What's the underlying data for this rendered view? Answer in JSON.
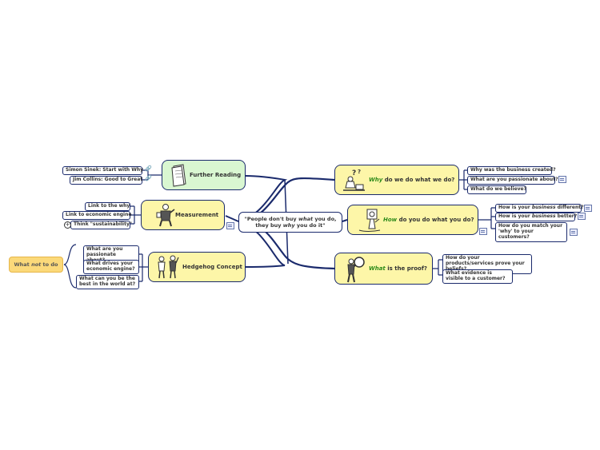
{
  "center": {
    "line1_a": "\"People don't buy ",
    "line1_b": "what",
    "line1_c": " you do,",
    "line2_a": "they buy ",
    "line2_b": "why",
    "line2_c": " you do it\""
  },
  "further_reading": {
    "label": "Further Reading",
    "leaves": [
      "Simon Sinek: Start with Why",
      "Jim Collins: Good to Great"
    ]
  },
  "measurement": {
    "label": "Measurement",
    "leaves": [
      "Link to the why",
      "Link to economic engine",
      "Think \"sustainability\""
    ]
  },
  "hedgehog": {
    "label": "Hedgehog Concept",
    "leaves": [
      "What are you passionate about?",
      "What drives your economic engine?",
      "What can you be the best in the world at?"
    ],
    "side": {
      "a": "What ",
      "b": "not",
      "c": " to do"
    }
  },
  "why": {
    "kw": "Why",
    "rest": " do we do what we do?",
    "leaves": [
      "Why was the business created?",
      "What are you passionate about?",
      "What do we believe?"
    ]
  },
  "how": {
    "kw": "How",
    "rest": " do you do what you do?",
    "leaves": [
      {
        "a": "How is your ",
        "b": "business",
        "c": " different?"
      },
      {
        "a": "How is your ",
        "b": "business",
        "c": " better?"
      },
      {
        "a": "How do you match your 'why' to your customers?",
        "b": "",
        "c": ""
      }
    ]
  },
  "what": {
    "kw": "What",
    "rest": " is the proof?",
    "leaves": [
      "How do your products/services prove your beliefs?",
      "What evidence is visible to a customer?"
    ]
  },
  "colors": {
    "line": "#1a2a6c",
    "yellow": "#fdf6a8",
    "green": "#d9f7d1",
    "keyword": "#2e8b1a",
    "orange": "#fbd97a"
  },
  "icons": [
    "document-icon",
    "person-measuring-icon",
    "people-icon",
    "thinking-person-icon",
    "person-working-icon",
    "magnifier-person-icon",
    "note-icon",
    "link-icon",
    "plus-icon"
  ]
}
